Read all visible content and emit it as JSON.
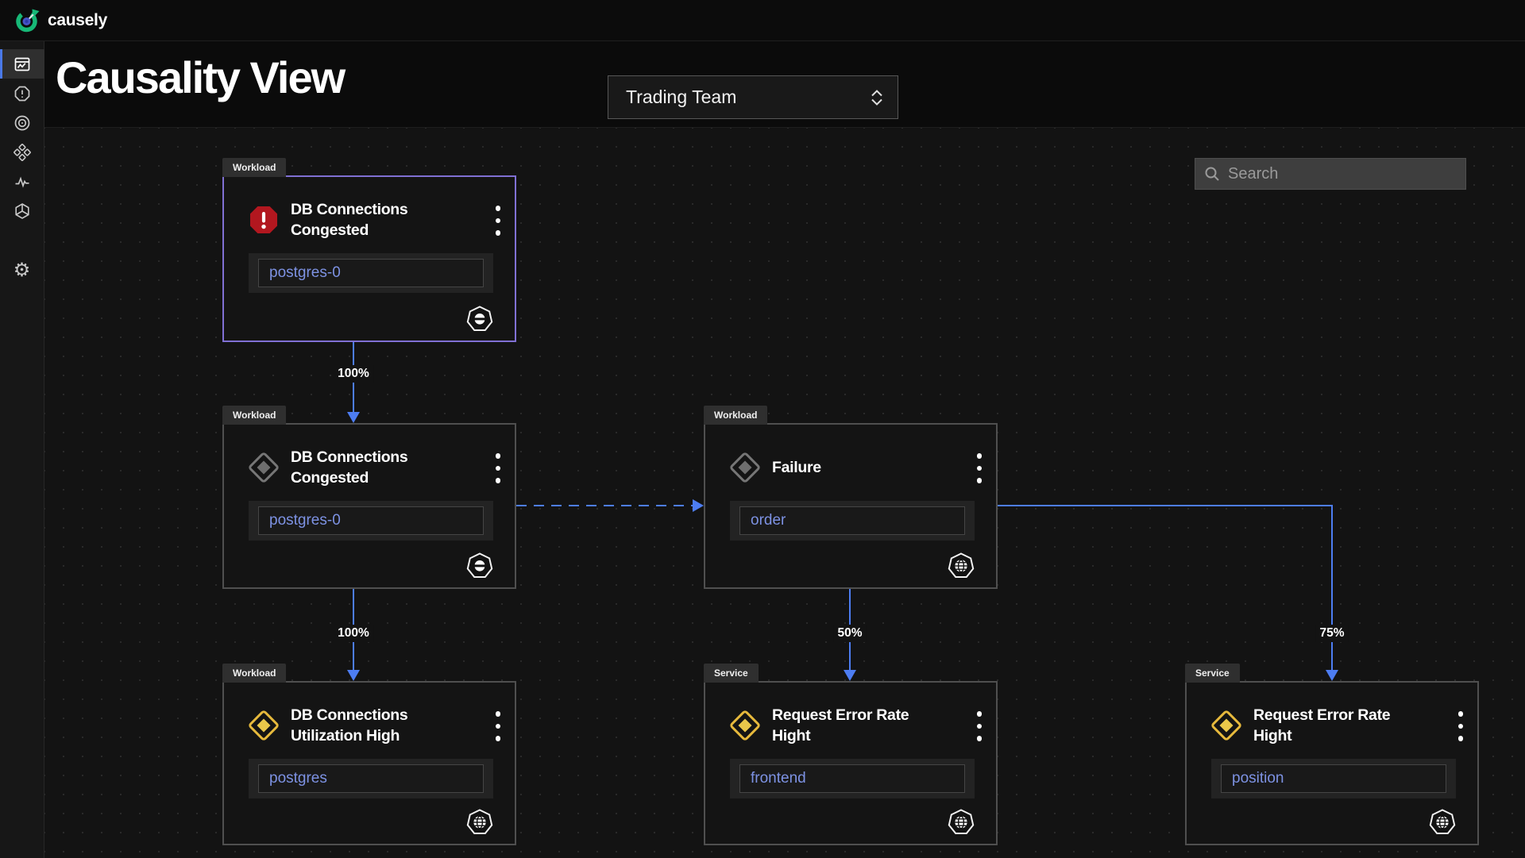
{
  "brand": {
    "name": "causely"
  },
  "page": {
    "title": "Causality View"
  },
  "team_selector": {
    "value": "Trading Team"
  },
  "search": {
    "placeholder": "Search"
  },
  "sidebar": {
    "icons": [
      "causality-view",
      "alerts",
      "root-cause",
      "services",
      "metrics",
      "topology",
      "settings"
    ]
  },
  "nodes": [
    {
      "category": "Workload",
      "severity": "critical",
      "title": "DB Connections Congested",
      "entity": "postgres-0",
      "badge": "database"
    },
    {
      "category": "Workload",
      "severity": "inactive",
      "title": "DB Connections Congested",
      "entity": "postgres-0",
      "badge": "database"
    },
    {
      "category": "Workload",
      "severity": "inactive",
      "title": "Failure",
      "entity": "order",
      "badge": "globe"
    },
    {
      "category": "Workload",
      "severity": "warning",
      "title": "DB Connections Utilization High",
      "entity": "postgres",
      "badge": "globe"
    },
    {
      "category": "Service",
      "severity": "warning",
      "title": "Request Error Rate Hight",
      "entity": "frontend",
      "badge": "globe"
    },
    {
      "category": "Service",
      "severity": "warning",
      "title": "Request Error Rate Hight",
      "entity": "position",
      "badge": "globe"
    }
  ],
  "edges": [
    {
      "from": "node-1",
      "to": "node-2",
      "label": "100%",
      "style": "solid"
    },
    {
      "from": "node-2",
      "to": "node-4",
      "label": "100%",
      "style": "solid"
    },
    {
      "from": "node-2",
      "to": "node-3",
      "label": "",
      "style": "dashed"
    },
    {
      "from": "node-3",
      "to": "node-5",
      "label": "50%",
      "style": "solid"
    },
    {
      "from": "node-3",
      "to": "node-6",
      "label": "75%",
      "style": "solid"
    }
  ],
  "colors": {
    "edge_blue": "#4d7df2",
    "critical_red": "#b2171f",
    "warning_yellow": "#eac84a",
    "selected_border_purple": "#8070d4",
    "entity_text_blue": "#7d92e3"
  }
}
